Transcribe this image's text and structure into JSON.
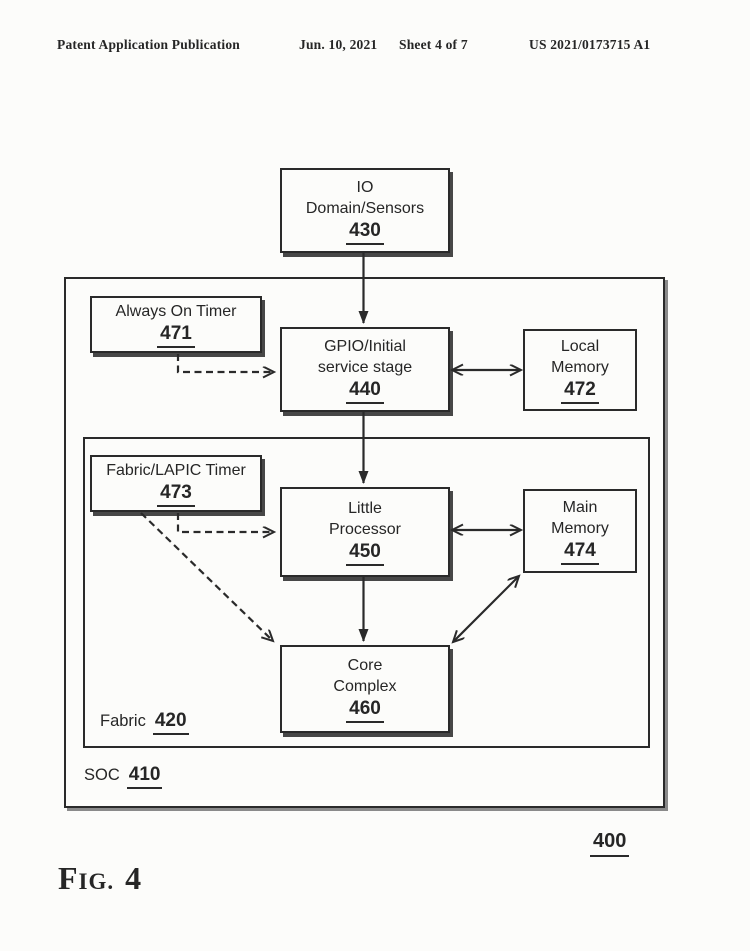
{
  "header": {
    "publication": "Patent Application Publication",
    "date": "Jun. 10, 2021",
    "sheet": "Sheet 4 of 7",
    "patent_number": "US 2021/0173715 A1"
  },
  "blocks": {
    "io_domain": {
      "line1": "IO",
      "line2": "Domain/Sensors",
      "ref": "430"
    },
    "always_on_timer": {
      "line1": "Always On Timer",
      "ref": "471"
    },
    "gpio": {
      "line1": "GPIO/Initial",
      "line2": "service stage",
      "ref": "440"
    },
    "local_memory": {
      "line1": "Local",
      "line2": "Memory",
      "ref": "472"
    },
    "fabric_lapic_timer": {
      "line1": "Fabric/LAPIC Timer",
      "ref": "473"
    },
    "little_processor": {
      "line1": "Little",
      "line2": "Processor",
      "ref": "450"
    },
    "main_memory": {
      "line1": "Main",
      "line2": "Memory",
      "ref": "474"
    },
    "core_complex": {
      "line1": "Core",
      "line2": "Complex",
      "ref": "460"
    }
  },
  "containers": {
    "soc": {
      "label": "SOC",
      "ref": "410"
    },
    "fabric": {
      "label": "Fabric",
      "ref": "420"
    }
  },
  "figure": {
    "diagram_ref": "400",
    "fig_f": "F",
    "fig_ig": "IG.",
    "fig_num": "4"
  },
  "colors": {
    "ink": "#2a2a2a",
    "background": "#fcfcfa"
  }
}
